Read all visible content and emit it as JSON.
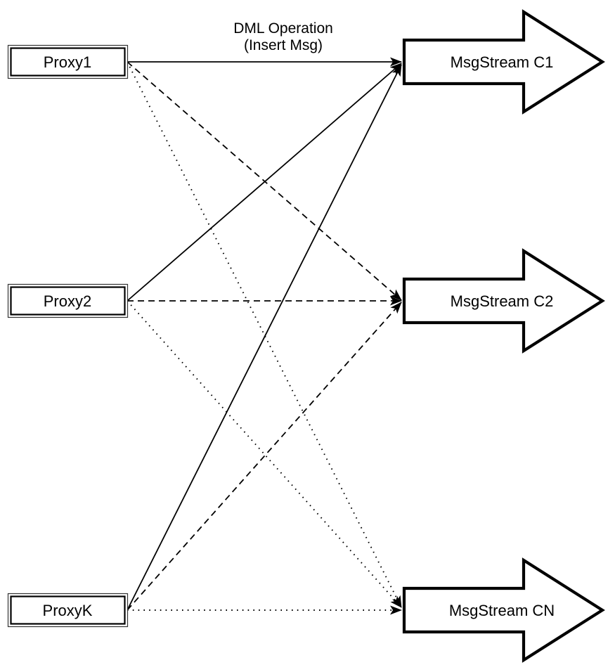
{
  "diagram": {
    "title": {
      "line1": "DML Operation",
      "line2": "(Insert Msg)"
    },
    "proxies": [
      {
        "id": "proxy1",
        "label": "Proxy1"
      },
      {
        "id": "proxy2",
        "label": "Proxy2"
      },
      {
        "id": "proxyk",
        "label": "ProxyK"
      }
    ],
    "streams": [
      {
        "id": "c1",
        "label": "MsgStream C1"
      },
      {
        "id": "c2",
        "label": "MsgStream C2"
      },
      {
        "id": "cn",
        "label": "MsgStream CN"
      }
    ],
    "edges": [
      {
        "from": "Proxy1",
        "to": "MsgStream C1",
        "style": "solid"
      },
      {
        "from": "Proxy1",
        "to": "MsgStream C2",
        "style": "dashed"
      },
      {
        "from": "Proxy1",
        "to": "MsgStream CN",
        "style": "dotted"
      },
      {
        "from": "Proxy2",
        "to": "MsgStream C1",
        "style": "solid"
      },
      {
        "from": "Proxy2",
        "to": "MsgStream C2",
        "style": "dashed"
      },
      {
        "from": "Proxy2",
        "to": "MsgStream CN",
        "style": "dotted"
      },
      {
        "from": "ProxyK",
        "to": "MsgStream C1",
        "style": "solid"
      },
      {
        "from": "ProxyK",
        "to": "MsgStream C2",
        "style": "dashed"
      },
      {
        "from": "ProxyK",
        "to": "MsgStream CN",
        "style": "dotted"
      }
    ],
    "colors": {
      "stroke": "#000000",
      "fill": "#ffffff",
      "background": "#ffffff"
    }
  }
}
